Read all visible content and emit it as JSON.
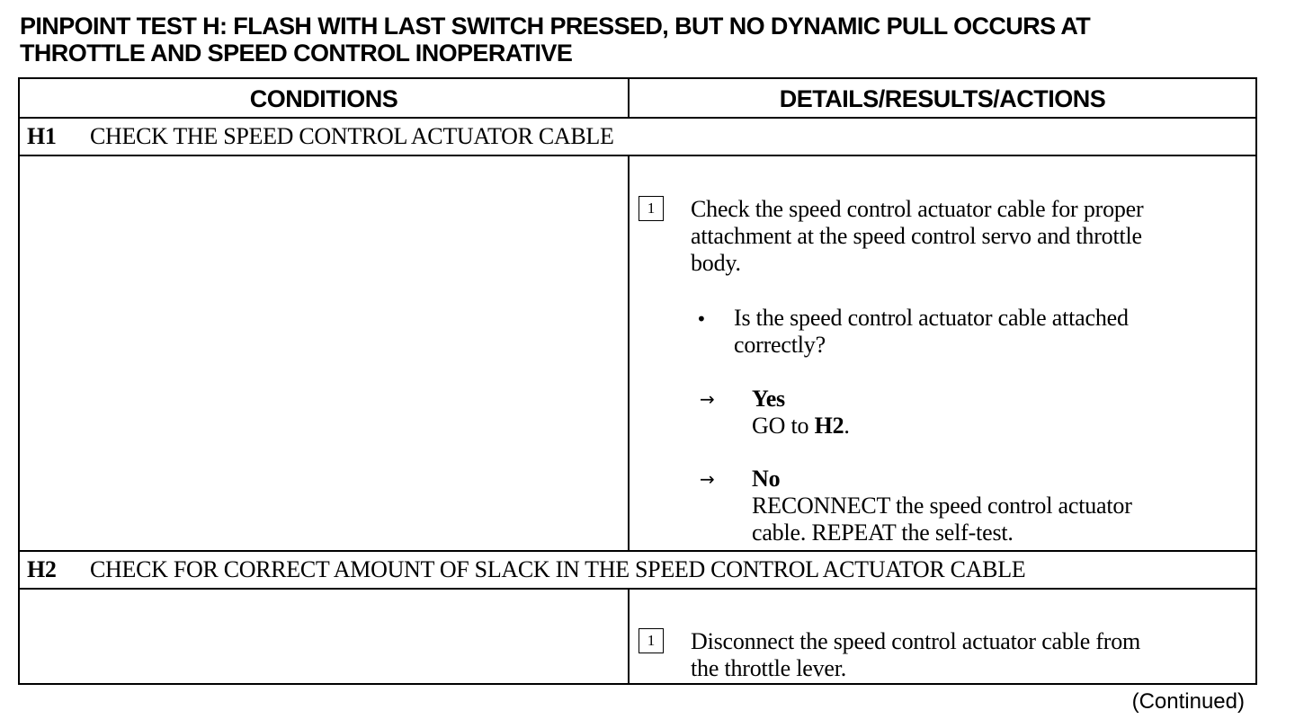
{
  "title": {
    "line1": "PINPOINT TEST H:  FLASH WITH LAST SWITCH PRESSED, BUT NO DYNAMIC PULL OCCURS AT",
    "line2": "THROTTLE AND SPEED CONTROL INOPERATIVE"
  },
  "table": {
    "col_conditions": "CONDITIONS",
    "col_details": "DETAILS/RESULTS/ACTIONS"
  },
  "h1": {
    "num": "H1",
    "heading": "CHECK THE SPEED CONTROL ACTUATOR CABLE",
    "step_num": "1",
    "step_line1": "Check the speed control actuator cable for proper",
    "step_line2": "attachment at the speed control servo and throttle",
    "step_line3": "body.",
    "bullet": "•",
    "question_line1": "Is the speed control actuator cable attached",
    "question_line2": "correctly?",
    "arrow": "→",
    "yes_label": "Yes",
    "yes_action_prefix": "GO to ",
    "yes_action_target": "H2",
    "yes_action_suffix": ".",
    "no_label": "No",
    "no_action_line1": "RECONNECT the speed control actuator",
    "no_action_line2": "cable. REPEAT the self-test."
  },
  "h2": {
    "num": "H2",
    "heading": "CHECK FOR CORRECT AMOUNT OF SLACK IN THE SPEED CONTROL ACTUATOR CABLE",
    "step_num": "1",
    "step_line1": "Disconnect the speed control actuator cable from",
    "step_line2": "the throttle lever."
  },
  "footer": {
    "continued": "(Continued)"
  }
}
